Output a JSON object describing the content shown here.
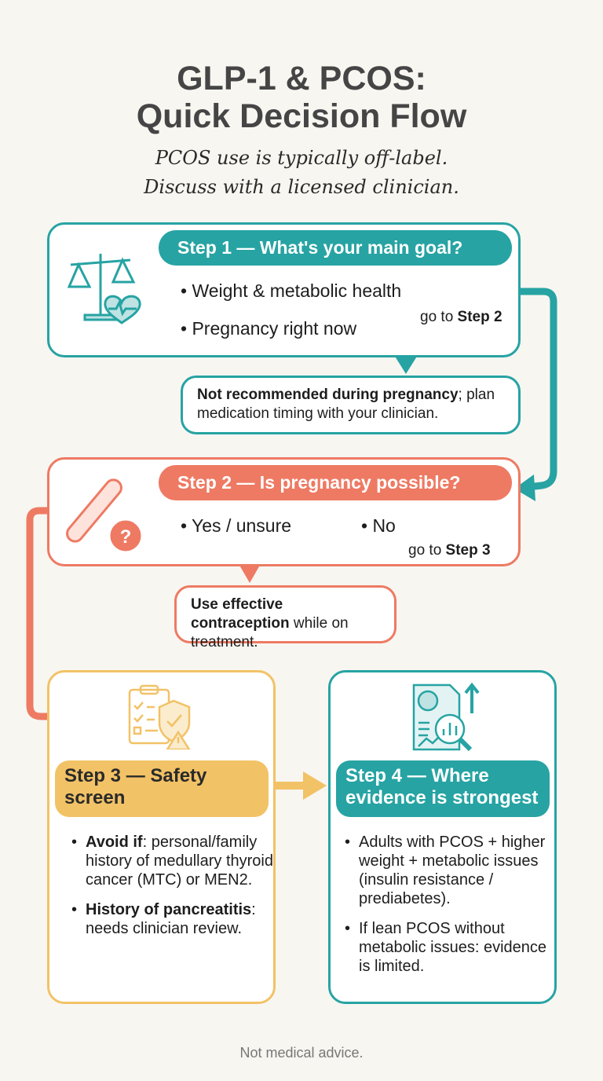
{
  "title": {
    "line1": "GLP-1 & PCOS:",
    "line2": "Quick Decision Flow"
  },
  "subtitle": {
    "line1": "PCOS use is typically off-label.",
    "line2": "Discuss with a licensed clinician."
  },
  "colors": {
    "teal": "#27a3a3",
    "coral": "#ee7a63",
    "yellow": "#f2c266",
    "background": "#f7f6f1"
  },
  "step1": {
    "header": "Step 1 — What's your main goal?",
    "icon": "scale-heart-icon",
    "options": [
      "• Weight & metabolic health",
      "• Pregnancy right now"
    ],
    "goto_prefix": "go to ",
    "goto_target": "Step 2",
    "outcome_bold": "Not recommended during pregnancy",
    "outcome_rest": "; plan medication timing with your clinician."
  },
  "step2": {
    "header": "Step 2 — Is pregnancy possible?",
    "icon": "pregnancy-test-icon",
    "options": [
      "• Yes / unsure",
      "• No"
    ],
    "goto_prefix": "go to ",
    "goto_target": "Step 3",
    "outcome_bold": "Use effective contraception",
    "outcome_rest": " while on treatment."
  },
  "step3": {
    "header": "Step 3 — Safety screen",
    "icon": "clipboard-shield-warning-icon",
    "items": [
      {
        "bold": "Avoid if",
        "rest": ": personal/family history of medullary thyroid cancer (MTC) or MEN2."
      },
      {
        "bold": "History of pancreatitis",
        "rest": ": needs clinician review."
      }
    ]
  },
  "step4": {
    "header": "Step 4 — Where evidence is strongest",
    "icon": "research-magnifier-icon",
    "items": [
      "Adults with PCOS + higher weight + metabolic issues (insulin resistance / prediabetes).",
      "If lean PCOS without metabolic issues: evidence is limited."
    ]
  },
  "footer": "Not medical advice."
}
